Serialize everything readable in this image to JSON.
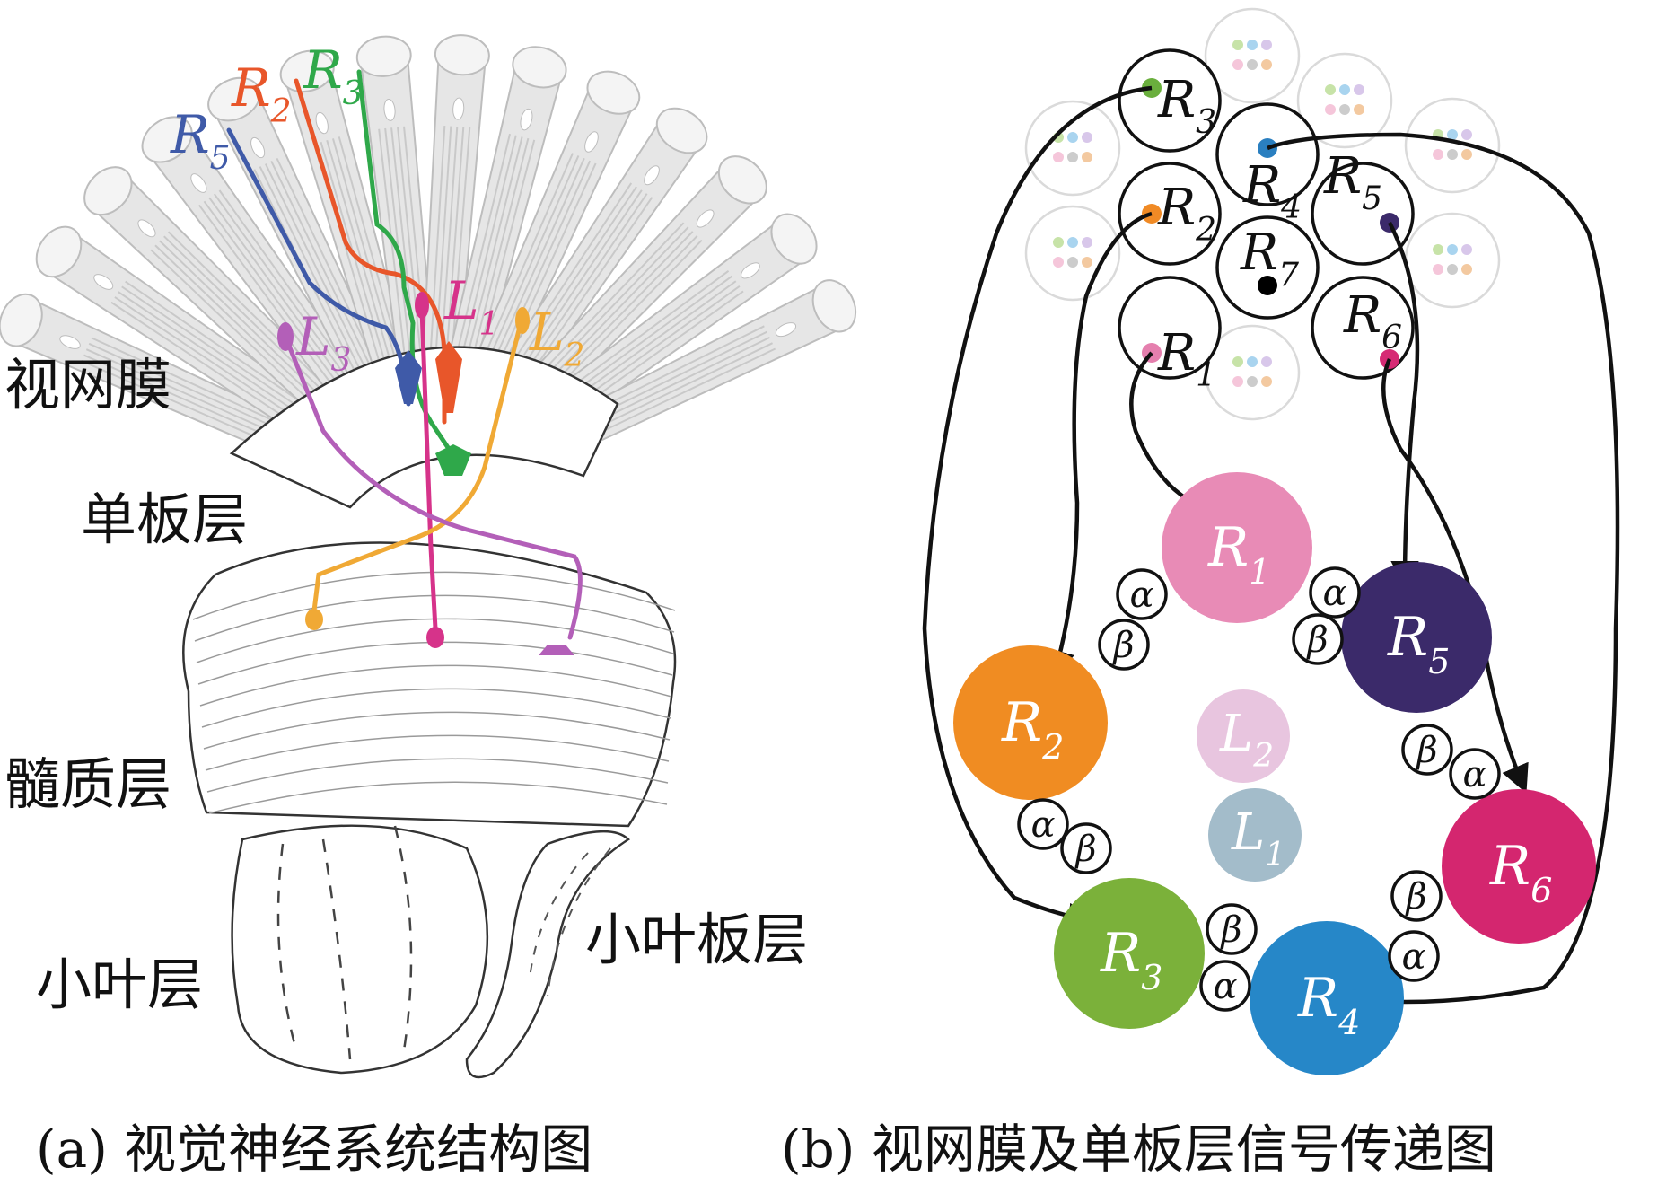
{
  "panel_a": {
    "labels": {
      "retina": "视网膜",
      "lamina": "单板层",
      "medulla": "髓质层",
      "lobula": "小叶层",
      "lobula_plate": "小叶板层"
    },
    "neurons": [
      {
        "letter": "R",
        "sub": "5",
        "color": "#3f5aa8"
      },
      {
        "letter": "R",
        "sub": "2",
        "color": "#e8562a"
      },
      {
        "letter": "R",
        "sub": "3",
        "color": "#2fa84a"
      },
      {
        "letter": "L",
        "sub": "1",
        "color": "#d6338a"
      },
      {
        "letter": "L",
        "sub": "2",
        "color": "#f0a935"
      },
      {
        "letter": "L",
        "sub": "3",
        "color": "#b35fb8"
      }
    ],
    "caption": "(a) 视觉神经系统结构图"
  },
  "panel_b": {
    "top_cells": [
      {
        "letter": "R",
        "sub": "3",
        "color": "#6aaf3d"
      },
      {
        "letter": "R",
        "sub": "4",
        "color": "#2a7fc0"
      },
      {
        "letter": "R",
        "sub": "5",
        "color": "#3b2a6a"
      },
      {
        "letter": "R",
        "sub": "2",
        "color": "#f08a25"
      },
      {
        "letter": "R",
        "sub": "7",
        "color": "#000000"
      },
      {
        "letter": "R",
        "sub": "6",
        "color": "#d62a74"
      },
      {
        "letter": "R",
        "sub": "1",
        "color": "#e57fae"
      }
    ],
    "big_cells": [
      {
        "letter": "R",
        "sub": "1",
        "color": "#e88bb6"
      },
      {
        "letter": "R",
        "sub": "5",
        "color": "#3b2a6a"
      },
      {
        "letter": "R",
        "sub": "2",
        "color": "#f08c22"
      },
      {
        "letter": "R",
        "sub": "6",
        "color": "#d4266f"
      },
      {
        "letter": "R",
        "sub": "3",
        "color": "#7bb13a"
      },
      {
        "letter": "R",
        "sub": "4",
        "color": "#2687c8"
      }
    ],
    "center_cells": [
      {
        "letter": "L",
        "sub": "2",
        "color": "#e8c5df"
      },
      {
        "letter": "L",
        "sub": "1",
        "color": "#a3bcca"
      }
    ],
    "alpha": "α",
    "beta": "β",
    "caption": "(b) 视网膜及单板层信号传递图"
  }
}
